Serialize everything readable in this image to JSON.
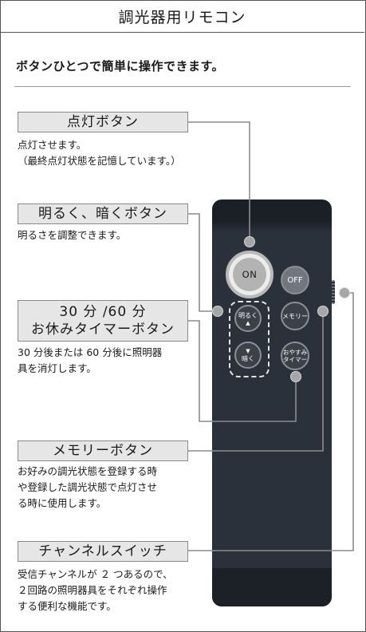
{
  "title": "調光器用リモコン",
  "headline": "ボタンひとつで簡単に操作できます。",
  "features": [
    {
      "label": "点灯ボタン",
      "description": "点灯させます。\n（最終点灯状態を記憶しています。）"
    },
    {
      "label": "明るく、暗くボタン",
      "description": "明るさを調整できます。"
    },
    {
      "label_lines": [
        "30 分 /60 分",
        "お休みタイマーボタン"
      ],
      "description": "30 分後または 60 分後に照明器\n具を消灯します。"
    },
    {
      "label": "メモリーボタン",
      "description": "お好みの調光状態を登録する時\nや登録した調光状態で点灯させ\nる時に使用します。"
    },
    {
      "label": "チャンネルスイッチ",
      "description": "受信チャンネルが ２ つあるので、\n２回路の照明器具をそれぞれ操作\nする便利な機能です。"
    }
  ],
  "remote": {
    "on": "ON",
    "off": "OFF",
    "memory": "メモリー",
    "timer_lines": [
      "おやすみ",
      "タイマー"
    ],
    "brighter": "明るく",
    "darker": "暗く",
    "up_arrow": "▲",
    "down_arrow": "▼"
  },
  "colors": {
    "label_bg": "#e6e6e6",
    "remote_body": "#2b313b",
    "leader_line": "#8c8c8c"
  }
}
